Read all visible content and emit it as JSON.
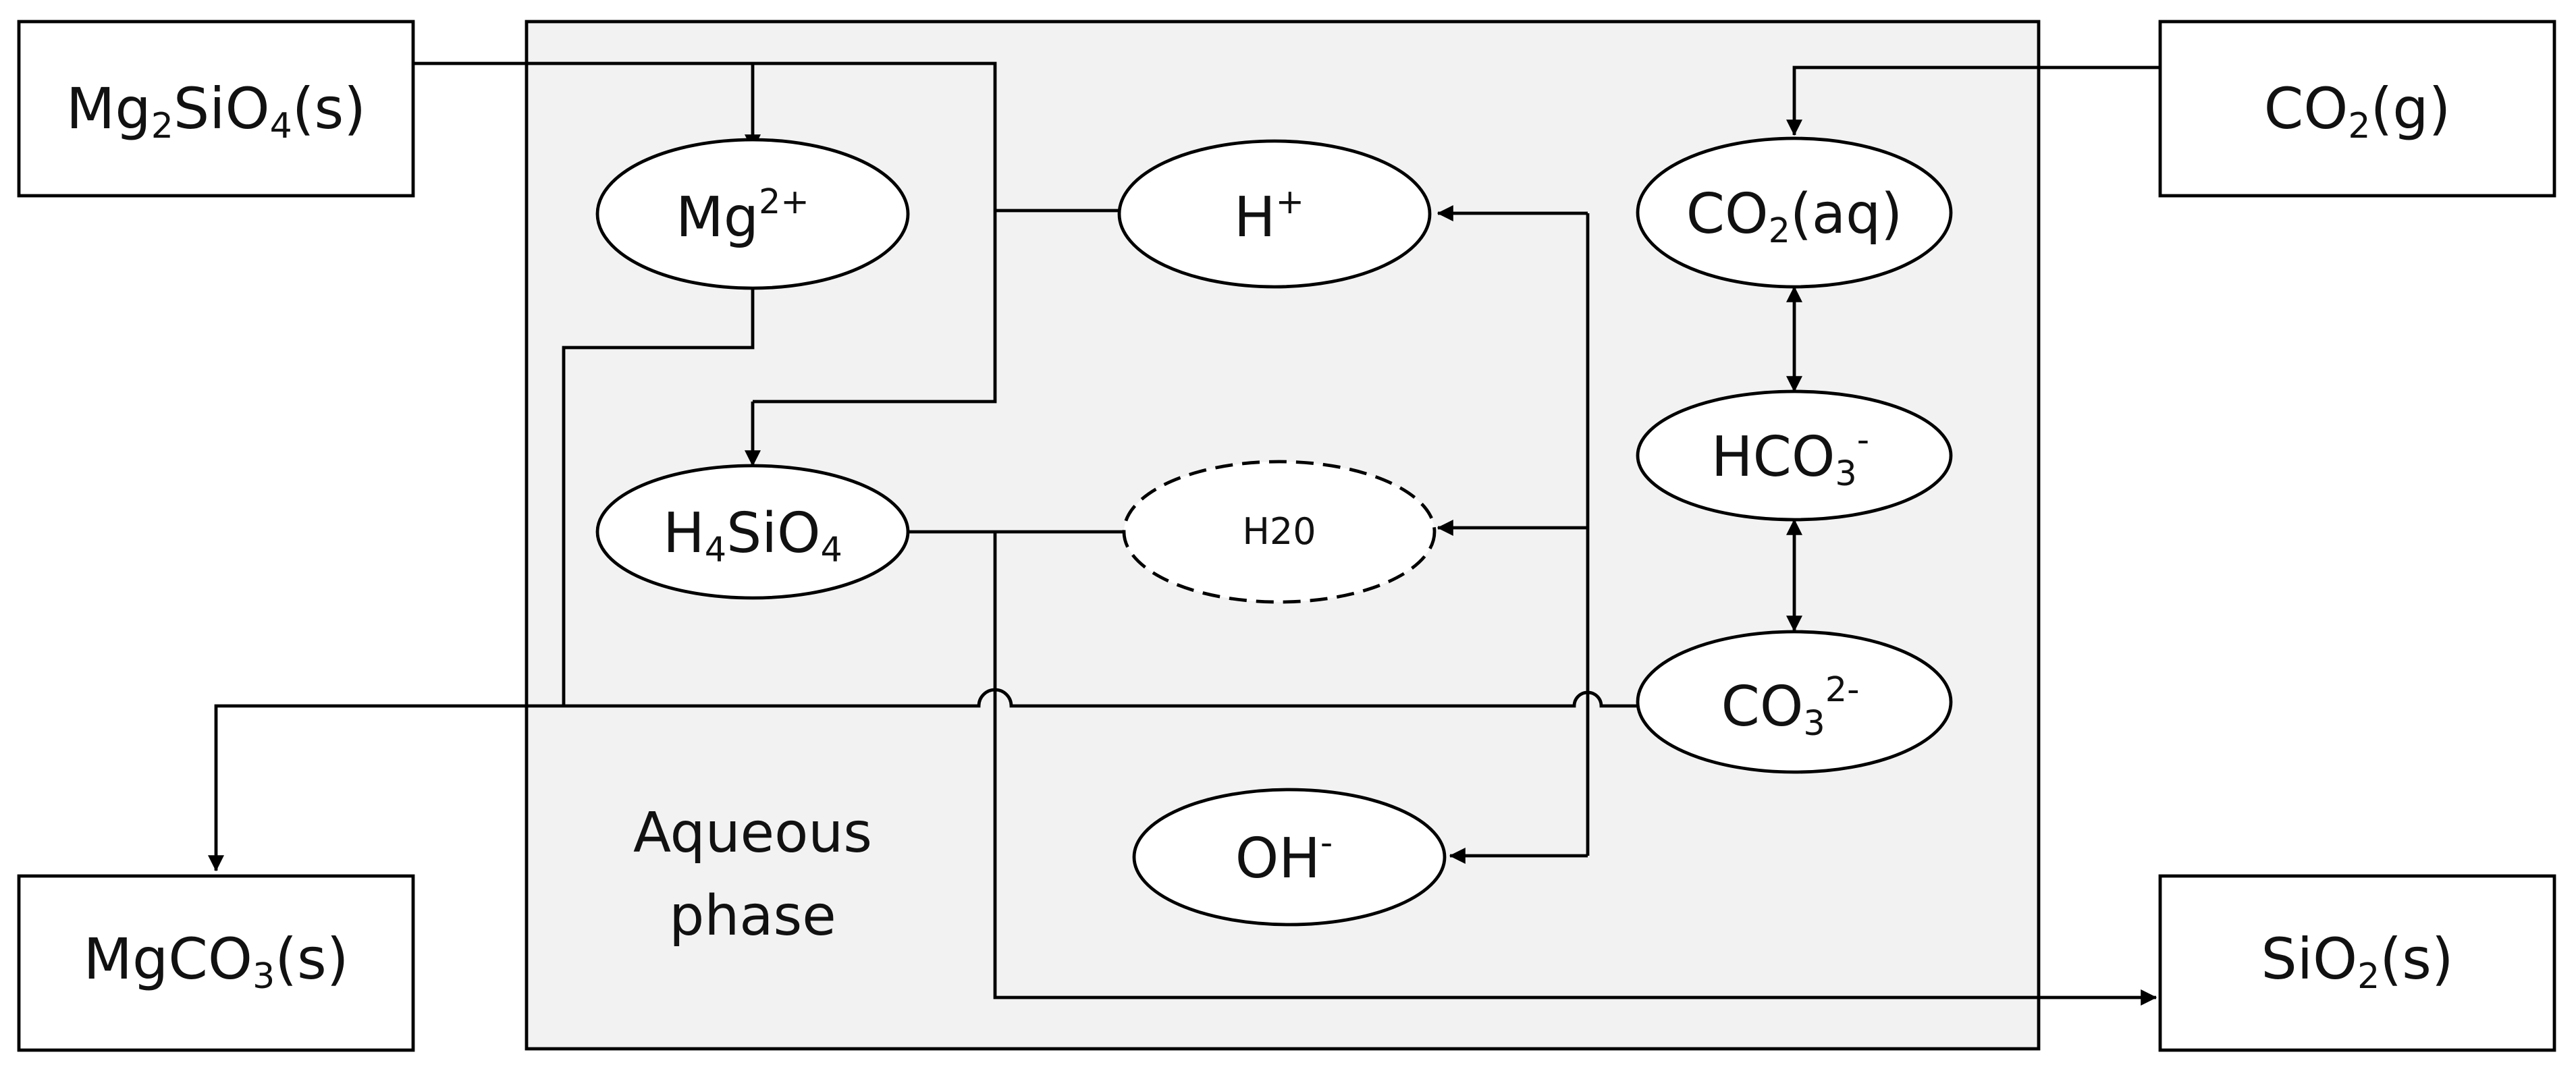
{
  "external": {
    "mg2sio4": {
      "base": "Mg",
      "sub1": "2",
      "mid": "SiO",
      "sub2": "4",
      "tail": "(s)"
    },
    "co2g": {
      "base": "CO",
      "sub1": "2",
      "tail": "(g)"
    },
    "mgco3": {
      "base": "MgCO",
      "sub1": "3",
      "tail": "(s)"
    },
    "sio2": {
      "base": "SiO",
      "sub1": "2",
      "tail": "(s)"
    }
  },
  "phase": {
    "label_line1": "Aqueous",
    "label_line2": "phase"
  },
  "species": {
    "mg2plus": {
      "base": "Mg",
      "sup": "2+"
    },
    "hplus": {
      "base": "H",
      "sup": "+"
    },
    "co2aq": {
      "base": "CO",
      "sub": "2",
      "tail": "(aq)"
    },
    "hco3": {
      "base": "HCO",
      "sub": "3",
      "sup": "-"
    },
    "h4sio4": {
      "base": "H",
      "sub1": "4",
      "mid": "SiO",
      "sub2": "4"
    },
    "h2o": {
      "text": "H20"
    },
    "co3": {
      "base": "CO",
      "sub": "3",
      "sup": "2-"
    },
    "oh": {
      "base": "OH",
      "sup": "-"
    }
  },
  "colors": {
    "phase_fill": "#f2f2f2",
    "stroke": "#000000",
    "box_fill": "#ffffff"
  }
}
